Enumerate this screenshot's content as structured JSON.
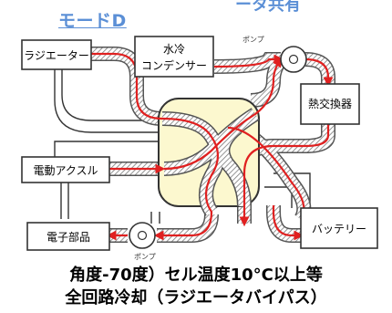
{
  "header": {
    "mode_label": "モードD",
    "top_cut_label": "ータ共有"
  },
  "components": {
    "radiator": "ラジエーター",
    "water_condenser_line1": "水冷",
    "water_condenser_line2": "コンデンサー",
    "heat_exchanger": "熱交換器",
    "electric_axle": "電動アクスル",
    "electronics": "電子部品",
    "battery": "バッテリー",
    "pump_top": "ポンプ",
    "pump_bottom": "ポンプ"
  },
  "caption": {
    "line1": "角度-70度）セル温度10°C以上等",
    "line2": "全回路冷却（ラジエータバイパス）"
  },
  "colors": {
    "flow": "#e02020",
    "hub_fill": "#fcf8cf",
    "pipe_outline": "#555555",
    "title_blue": "#5b8fd6"
  }
}
